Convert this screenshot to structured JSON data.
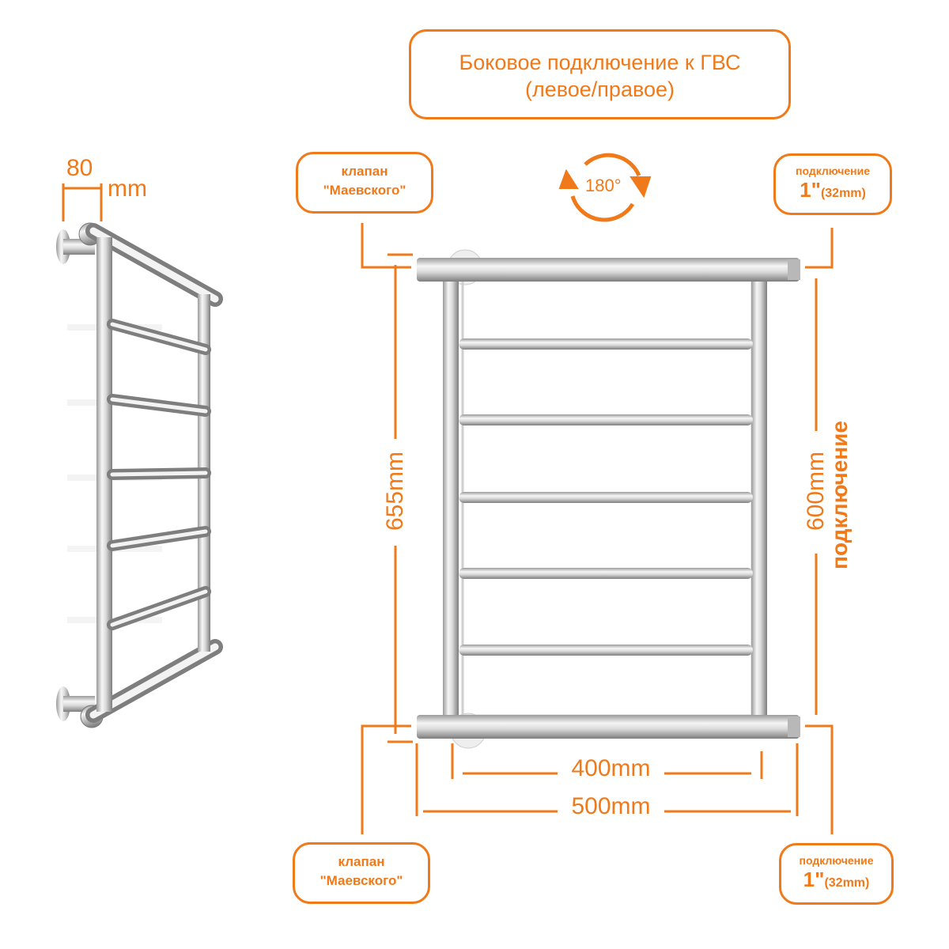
{
  "title": {
    "line1": "Боковое подключение к ГВС",
    "line2": "(левое/правое)"
  },
  "rotation_label": "180°",
  "valve_top": {
    "line1": "клапан",
    "line2": "\"Маевского\""
  },
  "valve_bottom": {
    "line1": "клапан",
    "line2": "\"Маевского\""
  },
  "connection_top": {
    "line1": "подключение",
    "size": "1\"",
    "mm": "(32mm)"
  },
  "connection_bottom": {
    "line1": "подключение",
    "size": "1\"",
    "mm": "(32mm)"
  },
  "dimensions": {
    "depth_value": "80",
    "depth_unit": "mm",
    "height": "655mm",
    "center_distance": "600mm",
    "center_distance_caption": "подключение",
    "inner_width": "400mm",
    "outer_width": "500mm"
  },
  "colors": {
    "accent": "#f07a1a",
    "metal_light": "#f4f4f4",
    "metal_dark": "#8a8a8a"
  },
  "icons": [
    "rotate-180-icon"
  ]
}
